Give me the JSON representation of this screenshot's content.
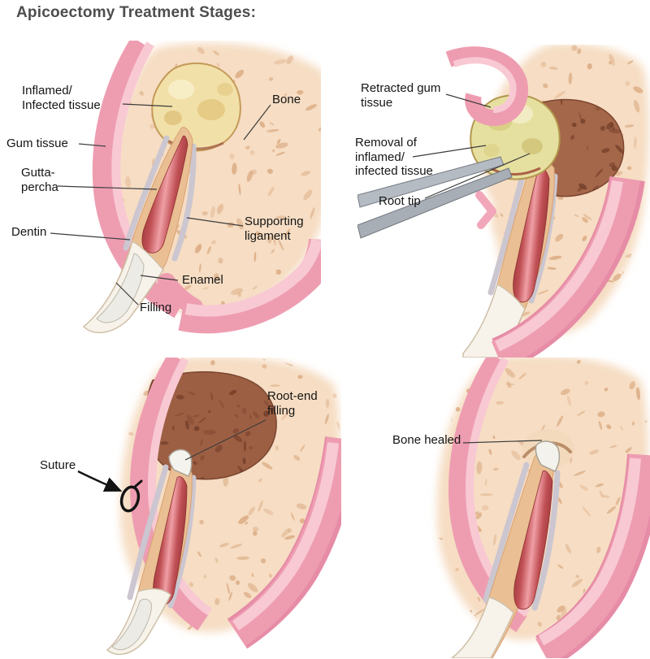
{
  "title": "Apicoectomy Treatment Stages:",
  "stage1": {
    "inflamed_1": "Inflamed/",
    "inflamed_2": "Infected tissue",
    "bone": "Bone",
    "gum_tissue": "Gum tissue",
    "gutta_1": "Gutta-",
    "gutta_2": "percha",
    "dentin": "Dentin",
    "ligament_1": "Supporting",
    "ligament_2": "ligament",
    "enamel": "Enamel",
    "filling": "Filling"
  },
  "stage2": {
    "retracted_1": "Retracted gum",
    "retracted_2": "tissue",
    "removal_1": "Removal of",
    "removal_2": "inflamed/",
    "removal_3": "infected tissue",
    "root_tip": "Root tip"
  },
  "stage3": {
    "root_end_1": "Root-end",
    "root_end_2": "filling",
    "suture": "Suture"
  },
  "stage4": {
    "bone_healed": "Bone healed"
  },
  "palette": {
    "title_text": "#4d4d4d",
    "label_text": "#151515",
    "leader_line": "#3c3c3c",
    "gum_outer": "#ee9db1",
    "gum_inner": "#f8c9d3",
    "gum_deep": "#e68ca6",
    "bone_fill": "#f6ddc3",
    "bone_speckle": "#d6a277",
    "cavity_fill": "#a5674a",
    "cavity_speckle": "#6e3a26",
    "dentin": "#eabf93",
    "enamel": "#f7f3eb",
    "filling": "#ecebe6",
    "gutta_percha_dark": "#8e2f2f",
    "gutta_percha_light": "#ef9fa5",
    "ligament": "#cbc6d0",
    "infected_tissue": "#f1e0a8",
    "removed_tissue": "#e6e0a0",
    "instrument": "#b5bbc3",
    "suture": "#141414",
    "background": "#ffffff"
  }
}
